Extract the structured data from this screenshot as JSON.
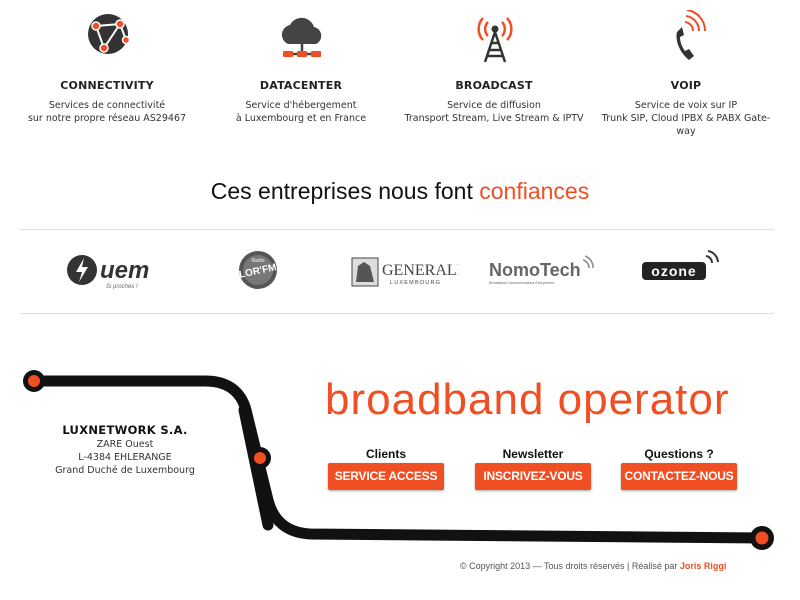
{
  "colors": {
    "accent": "#f04e23",
    "text": "#222222",
    "line": "#111111"
  },
  "services": [
    {
      "icon": "network-globe-icon",
      "title": "CONNECTIVITY",
      "desc_lines": [
        "Services de connectivité",
        "sur notre propre réseau AS29467"
      ]
    },
    {
      "icon": "cloud-icon",
      "title": "DATACENTER",
      "desc_lines": [
        "Service d'hébergement",
        "à Luxembourg et en France"
      ]
    },
    {
      "icon": "antenna-tower-icon",
      "title": "BROADCAST",
      "desc_lines": [
        "Service de diffusion",
        "Transport Stream, Live Stream & IPTV"
      ]
    },
    {
      "icon": "phone-icon",
      "title": "VOIP",
      "desc_lines": [
        "Service de voix sur IP",
        "Trunk SIP, Cloud IPBX & PABX Gate-",
        "way"
      ]
    }
  ],
  "headline": {
    "main": "Ces entreprises nous font ",
    "accent": "confiances"
  },
  "partners": [
    {
      "name": "uem",
      "sub": "Si proches !"
    },
    {
      "name": "LOR'FM",
      "sub": "Radio"
    },
    {
      "name": "GENERALI",
      "sub": "LUXEMBOURG"
    },
    {
      "name": "NomoTech",
      "sub": "Broadband Communications Everywhere"
    },
    {
      "name": "ozone",
      "sub": ""
    }
  ],
  "company": {
    "name": "LUXNETWORK S.A.",
    "line1": "ZARE Ouest",
    "line2": "L-4384 EHLERANGE",
    "line3": "Grand Duché de Luxembourg"
  },
  "tagline": "broadband operator",
  "cta": [
    {
      "label": "Clients",
      "button": "SERVICE ACCESS"
    },
    {
      "label": "Newsletter",
      "button": "INSCRIVEZ-VOUS"
    },
    {
      "label": "Questions ?",
      "button": "CONTACTEZ-NOUS"
    }
  ],
  "footer": {
    "text": "© Copyright 2013 — Tous droits réservés | Réalisé par ",
    "author": "Joris Riggi"
  }
}
